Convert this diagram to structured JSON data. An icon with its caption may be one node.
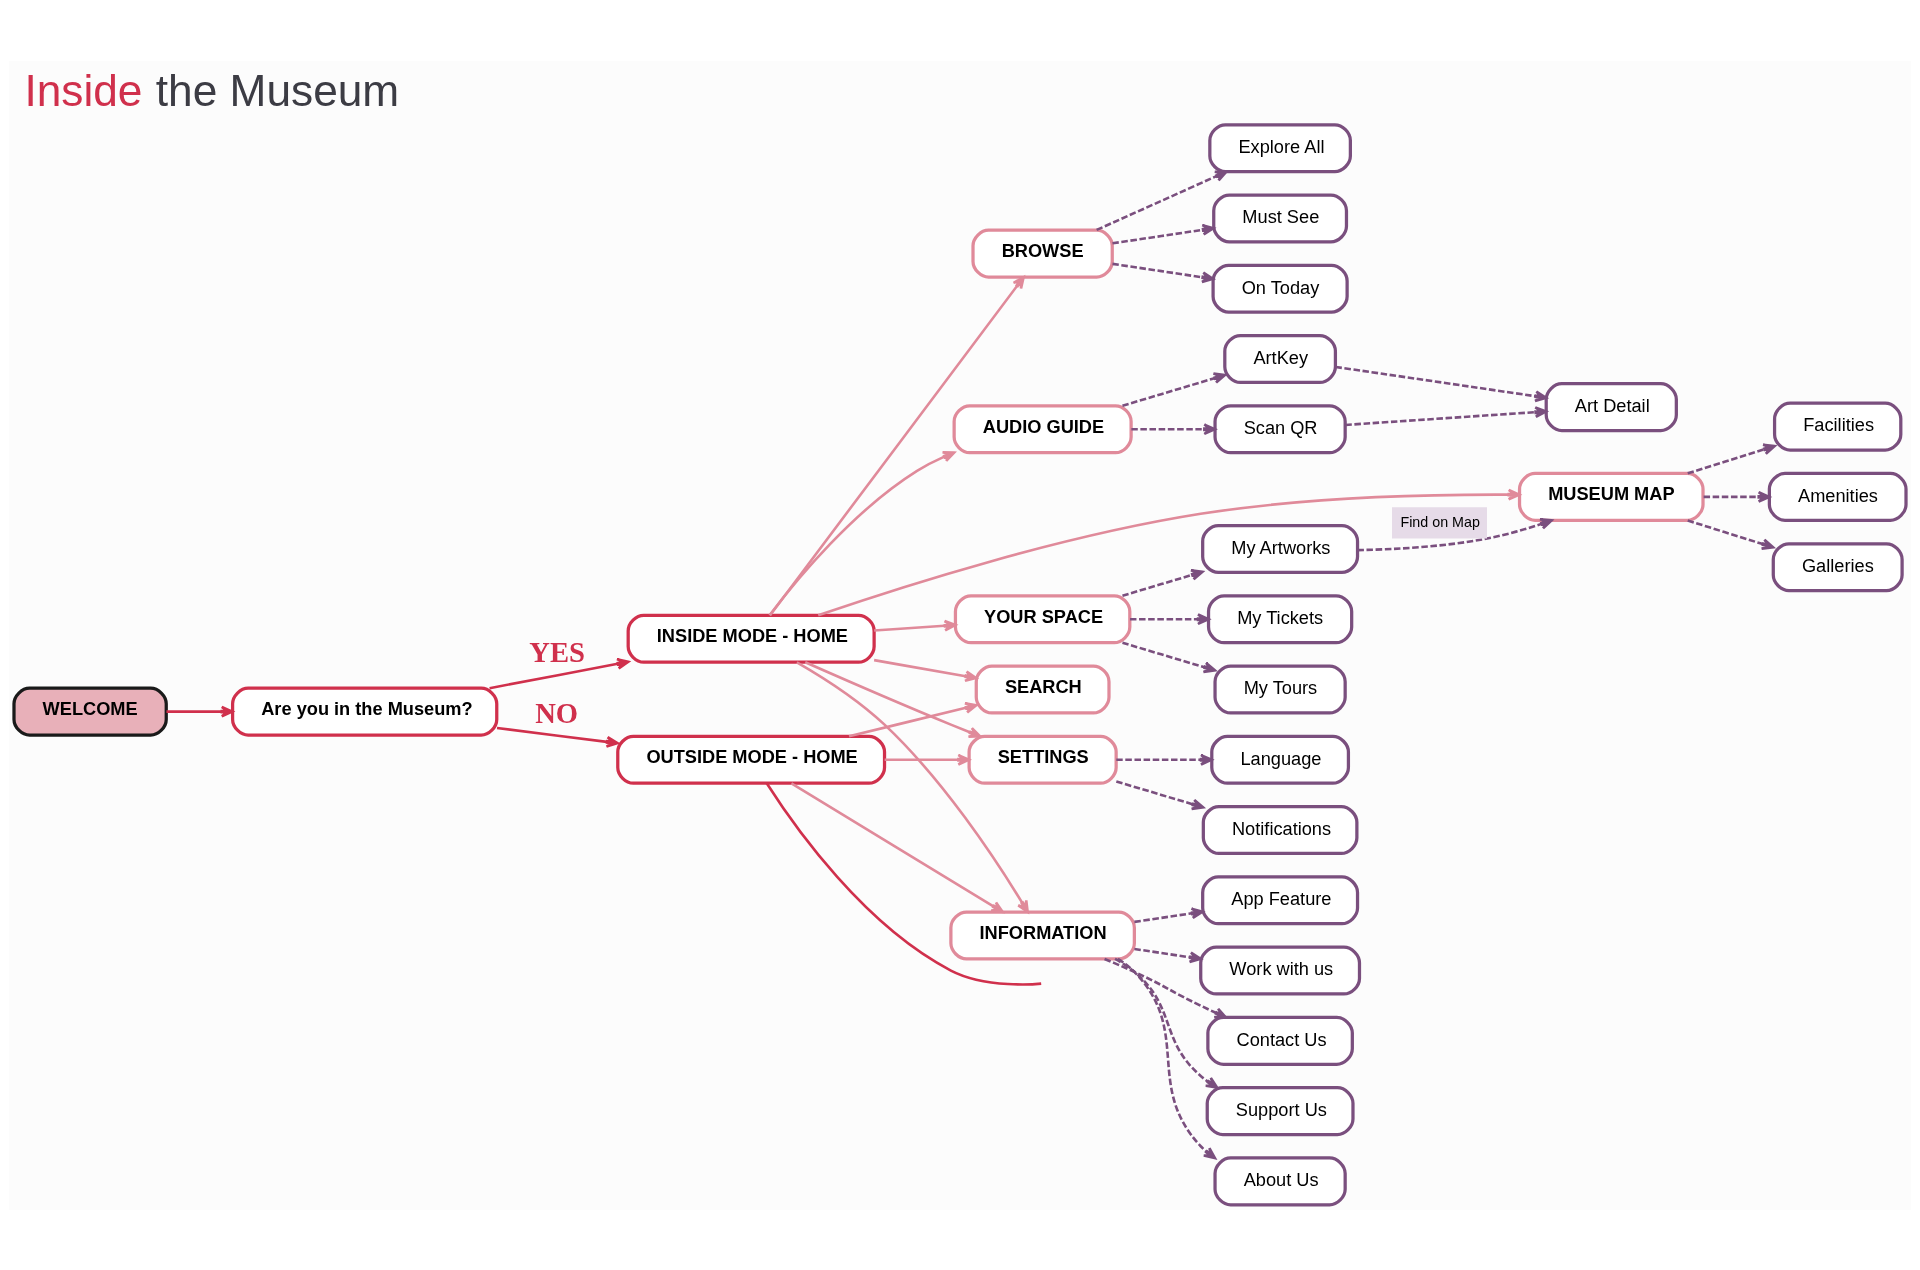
{
  "diagram": {
    "title": "Inside the Museum",
    "nodes": [
      {
        "text": [
          "WELCOME"
        ]
      },
      {
        "text": [
          "Are you in the Museum?"
        ]
      },
      {
        "text": [
          "INSIDE MODE - HOME"
        ]
      },
      {
        "text": [
          "OUTSIDE MODE - HOME"
        ]
      },
      {
        "text": [
          "BROWSE"
        ]
      },
      {
        "text": [
          "AUDIO GUIDE"
        ]
      },
      {
        "text": [
          "MUSEUM MAP"
        ]
      },
      {
        "text": [
          "YOUR SPACE"
        ]
      },
      {
        "text": [
          "Explore All"
        ]
      },
      {
        "text": [
          "Must See"
        ]
      },
      {
        "text": [
          "On Today"
        ]
      },
      {
        "text": [
          "Art Detail"
        ]
      },
      {
        "text": [
          "ArtKey"
        ]
      },
      {
        "text": [
          "Scan QR"
        ]
      },
      {
        "text": [
          "Facilities"
        ]
      },
      {
        "text": [
          "Amenities"
        ]
      },
      {
        "text": [
          "Galleries"
        ]
      },
      {
        "text": [
          "My Tickets"
        ]
      },
      {
        "text": [
          "My Tours"
        ]
      },
      {
        "text": [
          "My Artworks"
        ]
      },
      {
        "text": [
          "SEARCH"
        ]
      },
      {
        "text": [
          "SETTINGS"
        ]
      },
      {
        "text": [
          "INFORMATION"
        ]
      },
      {
        "text": [
          "Language"
        ]
      },
      {
        "text": [
          "Notifications"
        ]
      },
      {
        "text": [
          "App Feature"
        ]
      },
      {
        "text": [
          "Work with us"
        ]
      },
      {
        "text": [
          "Contact Us"
        ]
      },
      {
        "text": [
          "Support Us"
        ]
      },
      {
        "text": [
          "About Us"
        ]
      }
    ],
    "edges": [
      {
        "from": 0,
        "to": 1,
        "arrow": "to",
        "color": "#d0304c"
      },
      {
        "from": 1,
        "to": 2,
        "arrow": "to",
        "label": "YES",
        "color": "#d0304c"
      },
      {
        "from": 1,
        "to": 3,
        "arrow": "to",
        "label": "NO",
        "color": "#d0304c"
      },
      {
        "from": 3,
        "to": null,
        "arrow": "none",
        "color": "#d0304c"
      },
      {
        "from": 2,
        "to": 4,
        "arrow": "to",
        "color": "#e08a9a"
      },
      {
        "from": 2,
        "to": 5,
        "arrow": "to",
        "color": "#e08a9a"
      },
      {
        "from": 2,
        "to": 6,
        "arrow": "to",
        "color": "#e08a9a"
      },
      {
        "from": 2,
        "to": 7,
        "arrow": "to",
        "color": "#e08a9a"
      },
      {
        "from": 2,
        "to": 20,
        "arrow": "to",
        "color": "#e08a9a"
      },
      {
        "from": 2,
        "to": 21,
        "arrow": "to",
        "color": "#e08a9a"
      },
      {
        "from": 2,
        "to": 22,
        "arrow": "to",
        "color": "#e08a9a"
      },
      {
        "from": 3,
        "to": 20,
        "arrow": "to",
        "color": "#e08a9a"
      },
      {
        "from": 3,
        "to": 21,
        "arrow": "to",
        "color": "#e08a9a"
      },
      {
        "from": 3,
        "to": 22,
        "arrow": "to",
        "color": "#e08a9a"
      },
      {
        "from": 4,
        "to": 8,
        "arrow": "to",
        "style": "dashed"
      },
      {
        "from": 4,
        "to": 9,
        "arrow": "to",
        "style": "dashed"
      },
      {
        "from": 4,
        "to": 10,
        "arrow": "to",
        "style": "dashed"
      },
      {
        "from": 5,
        "to": 12,
        "arrow": "to",
        "style": "dashed"
      },
      {
        "from": 5,
        "to": 13,
        "arrow": "to",
        "style": "dashed"
      },
      {
        "from": 12,
        "to": 11,
        "arrow": "to",
        "style": "dashed"
      },
      {
        "from": 13,
        "to": 11,
        "arrow": "to",
        "style": "dashed"
      },
      {
        "from": 6,
        "to": 14,
        "arrow": "to",
        "style": "dashed"
      },
      {
        "from": 6,
        "to": 15,
        "arrow": "to",
        "style": "dashed"
      },
      {
        "from": 6,
        "to": 16,
        "arrow": "to",
        "style": "dashed"
      },
      {
        "from": 7,
        "to": 17,
        "arrow": "to",
        "style": "dashed"
      },
      {
        "from": 7,
        "to": 18,
        "arrow": "to",
        "style": "dashed"
      },
      {
        "from": 7,
        "to": 19,
        "arrow": "to",
        "style": "dashed"
      },
      {
        "from": 19,
        "to": 6,
        "arrow": "to",
        "label": "Find on Map",
        "style": "dashed"
      },
      {
        "from": 21,
        "to": 23,
        "arrow": "to",
        "style": "dashed"
      },
      {
        "from": 21,
        "to": 24,
        "arrow": "to",
        "style": "dashed"
      },
      {
        "from": 22,
        "to": 25,
        "arrow": "to",
        "style": "dashed"
      },
      {
        "from": 22,
        "to": 26,
        "arrow": "to",
        "style": "dashed"
      },
      {
        "from": 22,
        "to": 27,
        "arrow": "to",
        "style": "dashed"
      },
      {
        "from": 22,
        "to": 28,
        "arrow": "to",
        "style": "dashed"
      },
      {
        "from": 22,
        "to": 29,
        "arrow": "to",
        "style": "dashed"
      }
    ]
  }
}
